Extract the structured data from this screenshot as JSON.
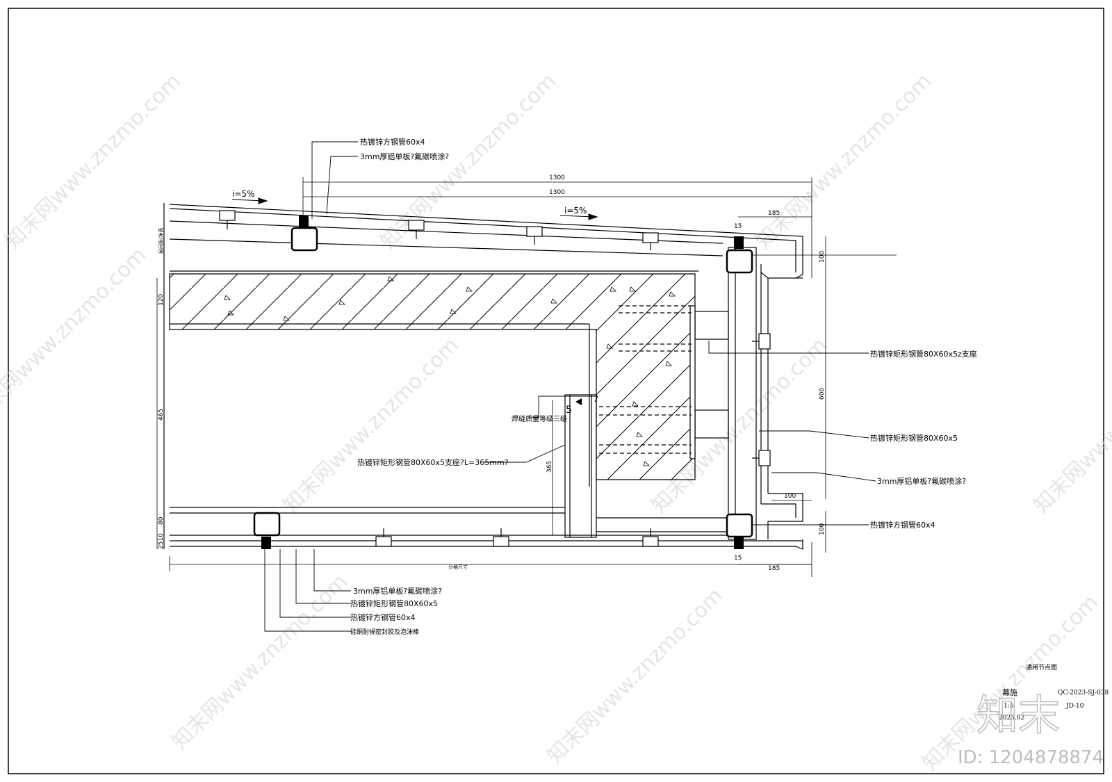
{
  "slopes": {
    "top_left": "i=5%",
    "top_mid": "i=5%"
  },
  "dims": {
    "top_1": "1300",
    "top_2": "1300",
    "top_right": "185",
    "top_small": "15",
    "right_100_top": "100",
    "right_600": "600",
    "right_100_mid": "100",
    "right_100_bot": "100",
    "bottom_185": "185",
    "bottom_small": "15",
    "left_120": "120",
    "left_465": "465",
    "left_80": "80",
    "left_2510": "2510",
    "left_vertical_note": "层间距/净高",
    "inner_365": "365",
    "weld_size": "5",
    "bottom_total": "分格尺寸"
  },
  "labels": {
    "top_tube": "热镀锌方钢管60x4",
    "top_panel": "3mm厚铝单板?氟碳喷涂?",
    "right_support": "热镀锌矩形钢管80X60x5z支座",
    "right_tube": "热镀锌矩形钢管80X60x5",
    "right_panel": "3mm厚铝单板?氟碳喷涂?",
    "right_sq_tube": "热镀锌方钢管60x4",
    "weld_note": "焊缝质量等级三级",
    "mid_support": "热镀锌矩形钢管80X60x5支座?L=365mm?",
    "bot_panel": "3mm厚铝单板?氟碳喷涂?",
    "bot_rect_tube": "热镀锌矩形钢管80X60x5",
    "bot_sq_tube": "热镀锌方钢管60x4",
    "bot_sealant": "硅酮耐候密封胶及泡沫棒"
  },
  "title_block": {
    "drawing_name": "通用节点图",
    "project": "幕施",
    "number": "QC-2023-SJ-038",
    "scale": "1:5",
    "sheet": "JD-10",
    "date": "2025.02"
  },
  "watermark": {
    "site": "知末网www.znzmo.com",
    "logo": "知末",
    "id": "ID: 1204878874"
  },
  "colors": {
    "line": "#000000",
    "watermark": "#c8c8c8",
    "background": "#ffffff"
  }
}
